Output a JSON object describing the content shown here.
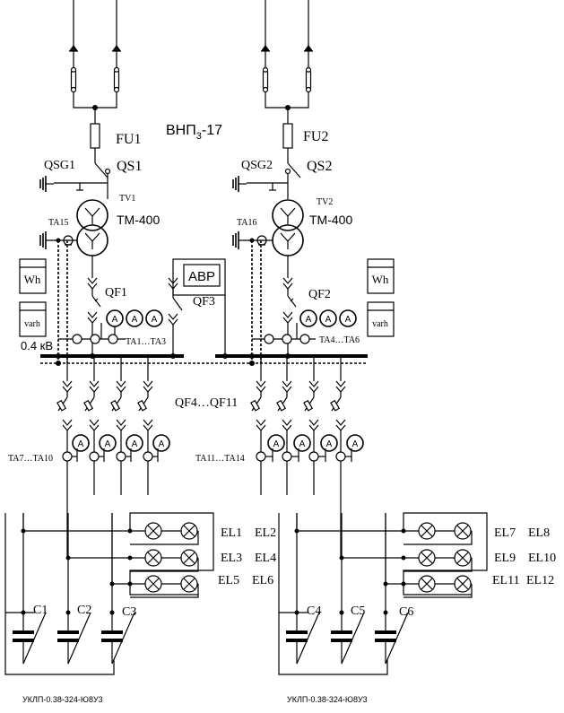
{
  "title": {
    "main": "ВНП",
    "sub": "3",
    "suffix": "-17"
  },
  "left": {
    "fuse": "FU1",
    "switch": "QS1",
    "grounding": "QSG1",
    "transformer_id": "TV1",
    "transformer_type": "ТМ-400",
    "ct": "TA15",
    "breaker": "QF1",
    "ct_group": "TA1…TA3",
    "ct_feeders": "TA7…TA10",
    "meter_active": "Wh",
    "meter_reactive": "varh",
    "voltage": "0.4 кВ"
  },
  "right": {
    "fuse": "FU2",
    "switch": "QS2",
    "grounding": "QSG2",
    "transformer_id": "TV2",
    "transformer_type": "ТМ-400",
    "ct": "TA16",
    "breaker": "QF2",
    "ct_group": "TA4…TA6",
    "ct_feeders": "TA11…TA14",
    "meter_active": "Wh",
    "meter_reactive": "varh"
  },
  "center": {
    "avr": "АВР",
    "tie_breaker": "QF3",
    "feeder_breakers": "QF4…QF11"
  },
  "ammeter": "A",
  "lamps_left": [
    "EL1",
    "EL2",
    "EL3",
    "EL4",
    "EL5",
    "EL6"
  ],
  "lamps_right": [
    "EL7",
    "EL8",
    "EL9",
    "EL10",
    "EL11",
    "EL12"
  ],
  "caps_left": [
    "C1",
    "C2",
    "C3"
  ],
  "caps_right": [
    "C4",
    "C5",
    "C6"
  ],
  "unit_left": "УКЛП-0.38-324-Ю8У3",
  "unit_right": "УКЛП-0.38-324-Ю8У3"
}
